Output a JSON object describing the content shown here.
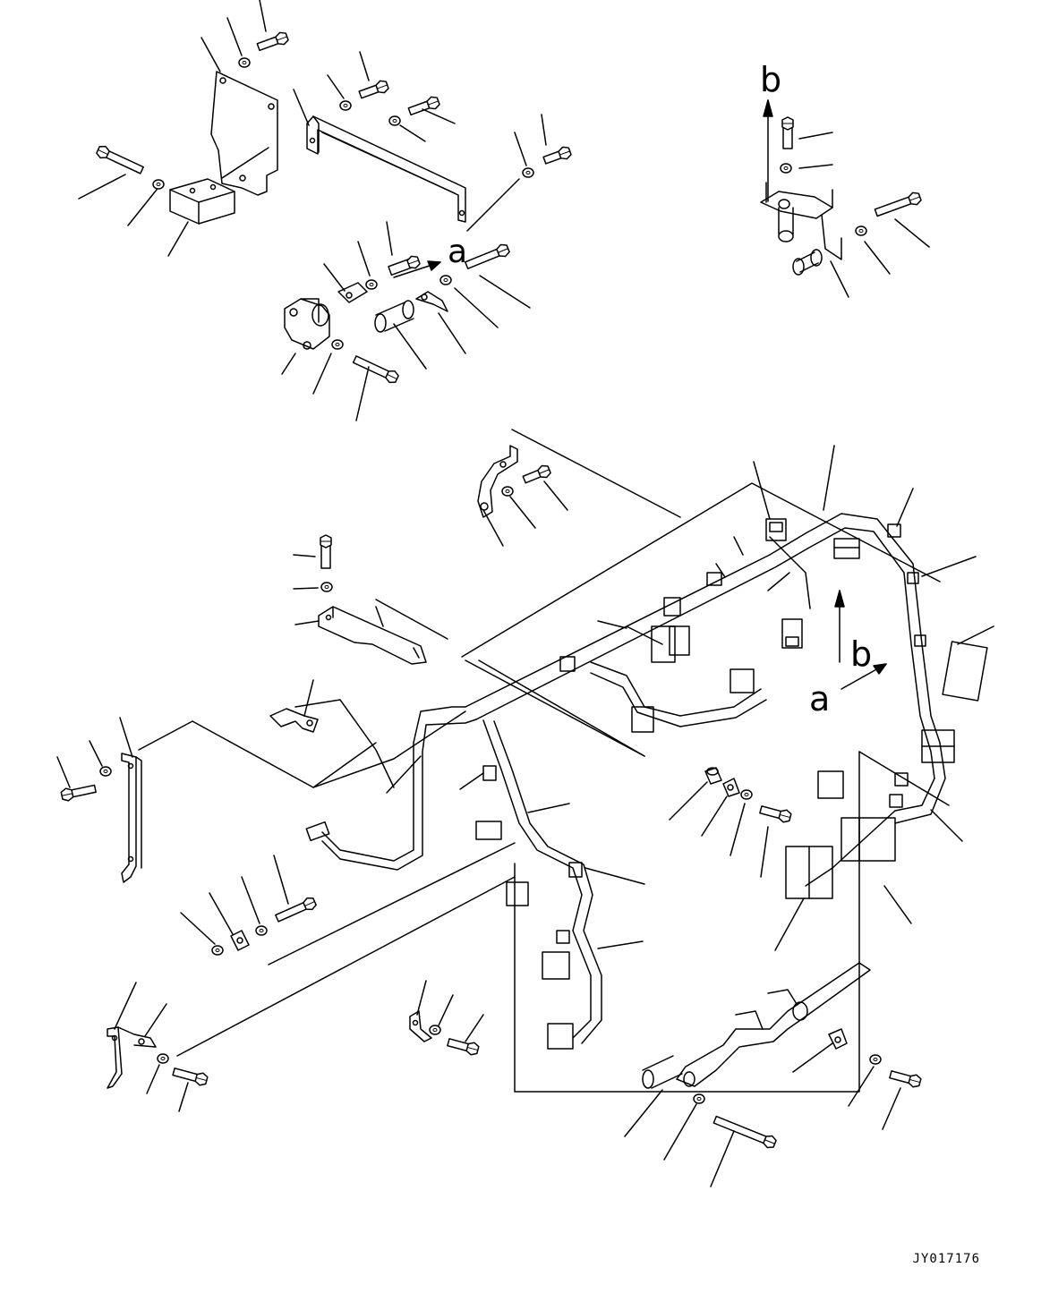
{
  "labels": {
    "a_top": "a",
    "a_right": "a",
    "b_top": "b",
    "b_right": "b"
  },
  "drawing_code": "JY017176"
}
